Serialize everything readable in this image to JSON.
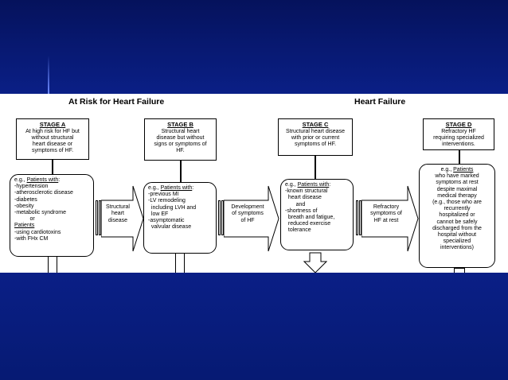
{
  "headings": {
    "at_risk": "At Risk for Heart Failure",
    "heart_failure": "Heart Failure"
  },
  "stages": [
    {
      "title": "STAGE A",
      "lines": [
        "At high risk for HF but",
        "without structural",
        "heart disease or",
        "symptoms of HF."
      ]
    },
    {
      "title": "STAGE B",
      "lines": [
        "Structural heart",
        "disease but without",
        "signs or  symptoms of",
        "HF."
      ]
    },
    {
      "title": "STAGE C",
      "lines": [
        "Structural heart disease",
        "with prior or current",
        "symptoms of HF."
      ]
    },
    {
      "title": "STAGE D",
      "lines": [
        "Refractory HF",
        "requiring specialized",
        "interventions."
      ]
    }
  ],
  "patient_boxes": [
    {
      "prefix": "e.g., ",
      "link": "Patients with",
      "suffix": ":",
      "lines": [
        "-hypertension",
        "-atherosclerotic disease",
        "-diabetes",
        "-obesity",
        "-metabolic syndrome",
        "          or"
      ],
      "link2": "Patients",
      "lines2": [
        "-using cardiotoxins",
        "-with FHx CM"
      ]
    },
    {
      "prefix": "e.g., ",
      "link": "Patients with",
      "suffix": ":",
      "lines": [
        "-previous MI",
        "-LV remodeling",
        "  including LVH and",
        "  low EF",
        "-asymptomatic",
        "  valvular disease"
      ]
    },
    {
      "prefix": "e.g., ",
      "link": "Patients with",
      "suffix": ":",
      "lines": [
        "-known structural",
        "  heart disease",
        "       and",
        "-shortness of",
        "  breath and fatigue,",
        "  reduced exercise",
        "  tolerance"
      ]
    },
    {
      "prefix": "e.g., ",
      "link": "Patients",
      "suffix": "",
      "lines": [
        "who have marked",
        "symptoms at rest",
        "despite maximal",
        "medical therapy",
        "(e.g., those who are",
        "recurrently",
        "hospitalized or",
        "cannot be safely",
        "discharged from the",
        "hospital without",
        "specialized",
        "interventions)"
      ]
    }
  ],
  "transitions": [
    {
      "lines": [
        "Structural",
        "heart",
        "disease"
      ]
    },
    {
      "lines": [
        "Development",
        "of symptoms",
        "of HF"
      ]
    },
    {
      "lines": [
        "Refractory",
        "symptoms of",
        "HF at rest"
      ]
    }
  ]
}
